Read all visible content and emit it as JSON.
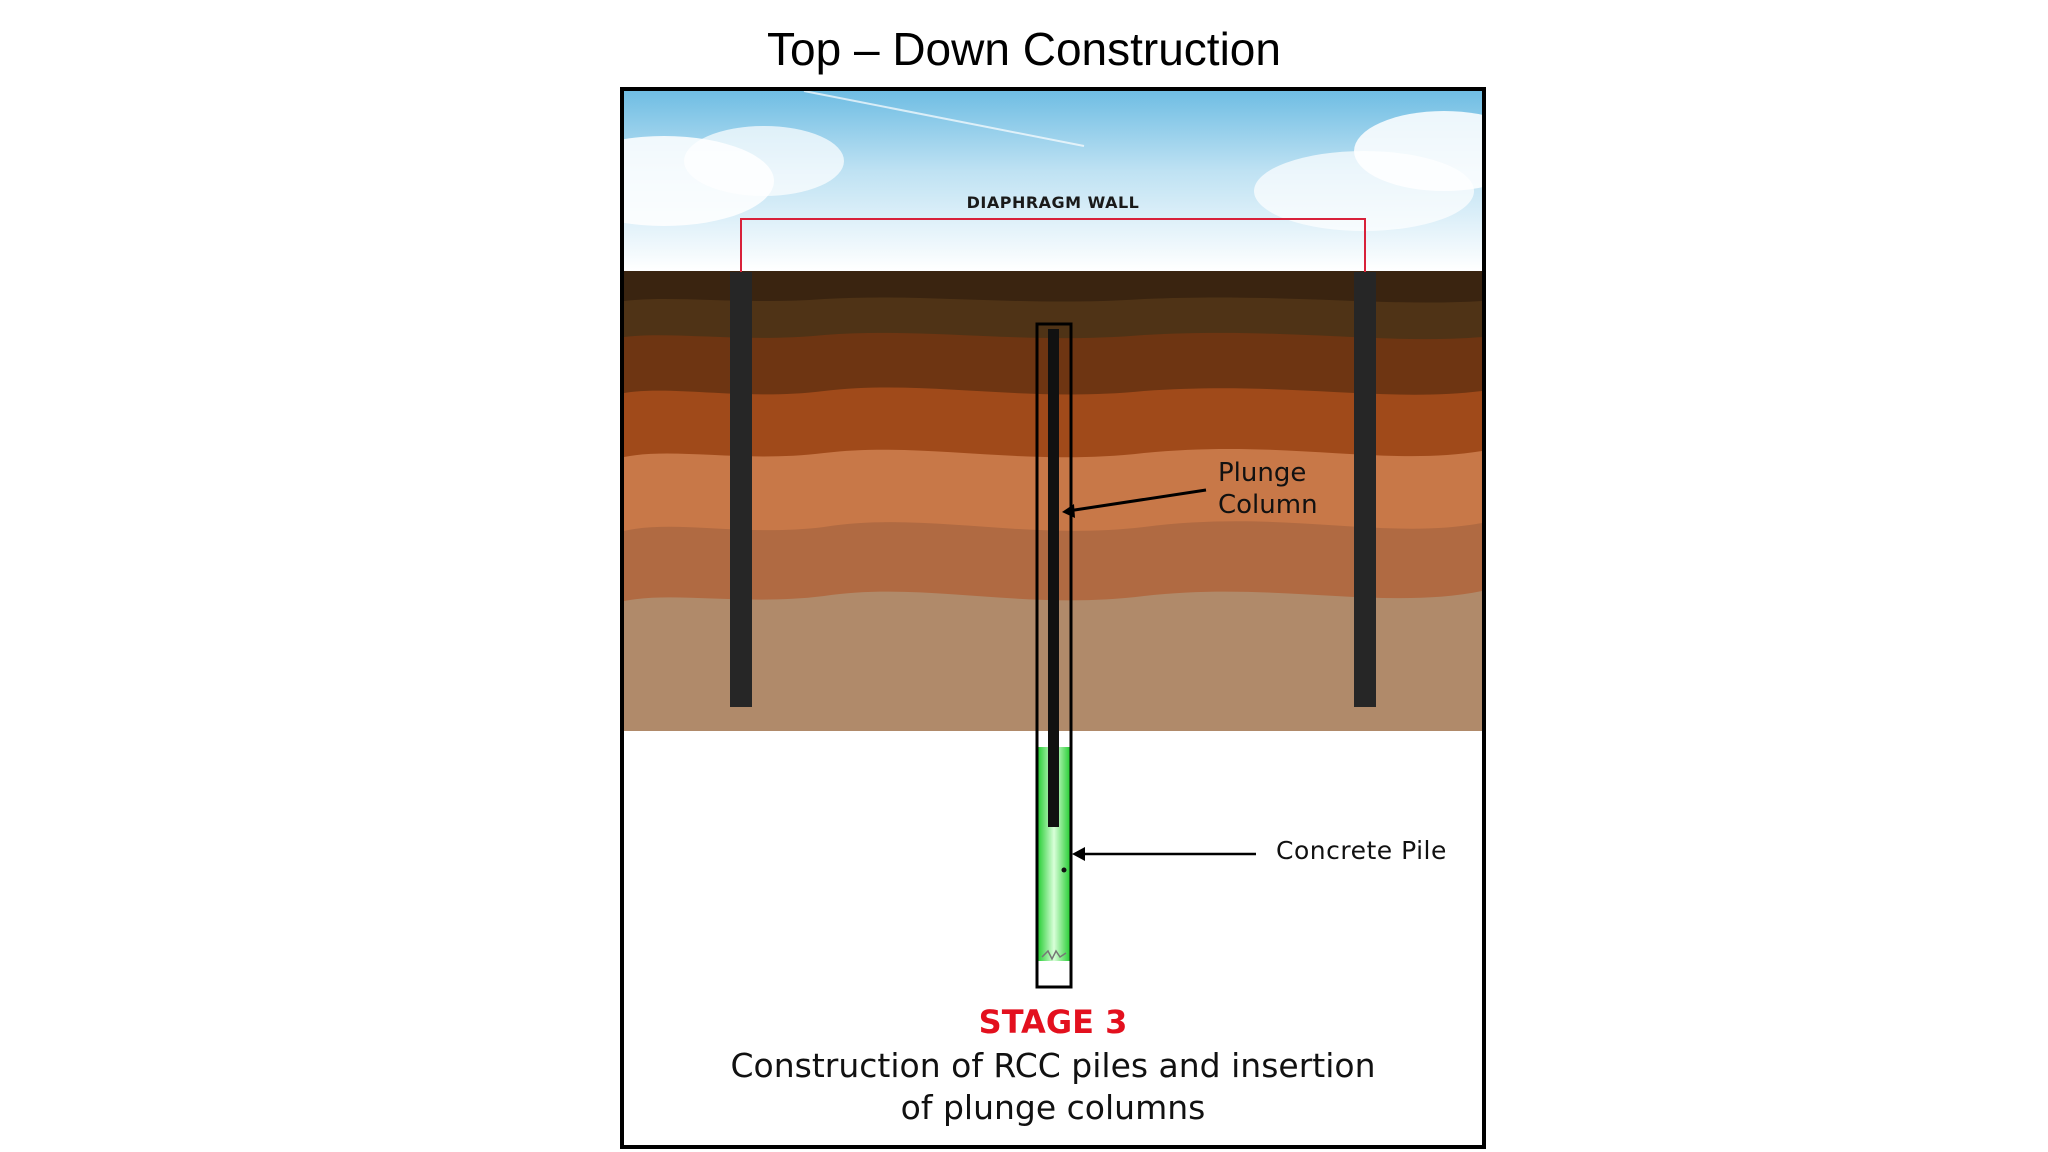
{
  "slide": {
    "title": "Top – Down Construction"
  },
  "diagram": {
    "wall_label": "DIAPHRAGM WALL",
    "plunge_label_line1": "Plunge",
    "plunge_label_line2": "Column",
    "pile_label": "Concrete Pile",
    "stage_title": "STAGE 3",
    "stage_desc_line1": "Construction of RCC piles and insertion",
    "stage_desc_line2": "of plunge columns"
  },
  "colors": {
    "sky_top": "#7cc4e6",
    "wall_bracket": "#d8213a",
    "diaphragm_wall": "#262626",
    "soil_surface": "#3f2810",
    "soil_dark": "#6e3512",
    "soil_mid": "#a04a1a",
    "soil_light": "#c87848",
    "soil_sand": "#b08a6a",
    "concrete_pile": "#3fe04a",
    "stage_red": "#e3101e"
  }
}
